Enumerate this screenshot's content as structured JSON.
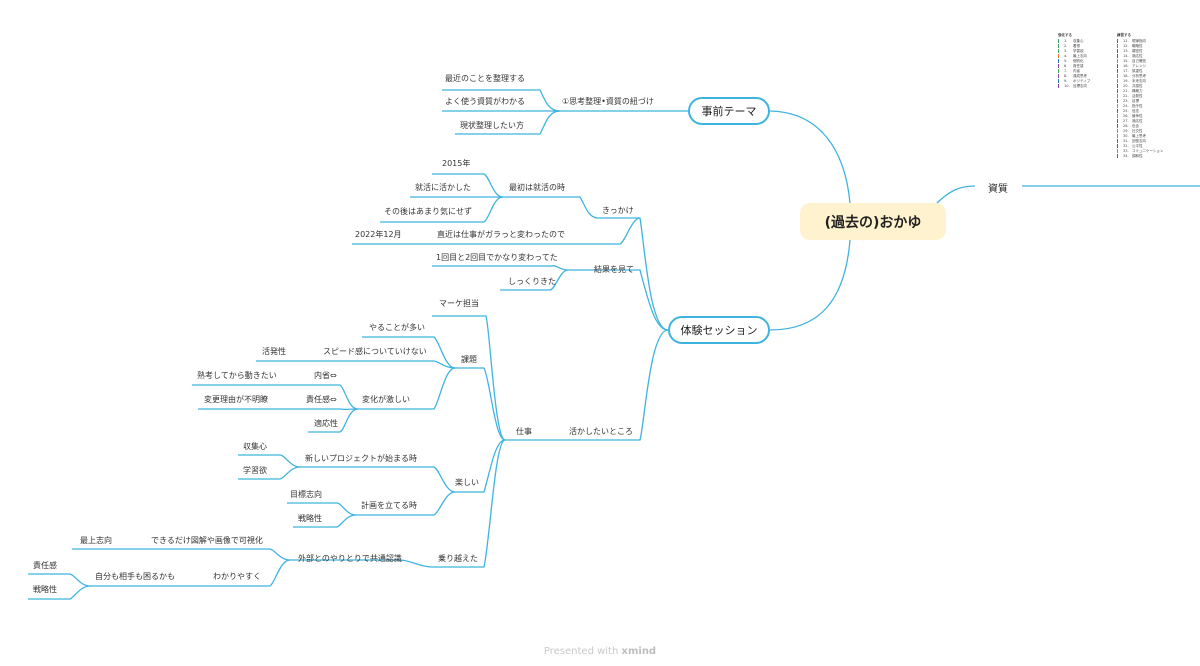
{
  "root": "(過去の)おかゆ",
  "main": {
    "pre_theme": "事前テーマ",
    "session": "体験セッション",
    "shishitsu": "資質"
  },
  "pre": {
    "label": "①思考整理•資質の紐づけ",
    "items": [
      "最近のことを整理する",
      "よく使う資質がわかる",
      "現状整理したい方"
    ]
  },
  "kikkake": {
    "label": "きっかけ",
    "first": "最初は就活の時",
    "year": "2015年",
    "used": "就活に活かした",
    "after": "その後はあまり気にせず",
    "recent": "直近は仕事がガラっと変わったので",
    "recent_date": "2022年12月"
  },
  "result": {
    "label": "結果を見て",
    "changed": "1回目と2回目でかなり変わってた",
    "fit": "しっくりきた"
  },
  "use": {
    "label": "活かしたいところ",
    "work": "仕事",
    "marke": "マーケ担当",
    "kadai": "課題",
    "many": "やることが多い",
    "speed": "スピード感についていけない",
    "katsu": "活発性",
    "change": "変化が激しい",
    "naisei": "内省⇔",
    "jukko": "熟考してから動きたい",
    "sekinin": "責任感⇔",
    "reason": "変更理由が不明瞭",
    "tekio": "適応性",
    "fun": "楽しい",
    "newproj": "新しいプロジェクトが始まる時",
    "shushu": "収集心",
    "gakushu": "学習欲",
    "plan": "計画を立てる時",
    "mokuhyo": "目標志向",
    "senryaku": "戦略性",
    "overcome": "乗り越えた",
    "outside": "外部とのやりとりで共通認識",
    "visual": "できるだけ図解や画像で可視化",
    "saijo": "最上志向",
    "easy": "わかりやすく",
    "aite": "自分も相手も困るかも",
    "sekinin2": "責任感",
    "senryaku2": "戦略性"
  },
  "legend": {
    "left_head": "強化する",
    "right_head": "練習する",
    "left": [
      {
        "n": "1.",
        "t": "収集心",
        "c": "#3fa46a"
      },
      {
        "n": "2.",
        "t": "着想",
        "c": "#3fa46a"
      },
      {
        "n": "3.",
        "t": "学習欲",
        "c": "#3fa46a"
      },
      {
        "n": "4.",
        "t": "最上志向",
        "c": "#e07a2e"
      },
      {
        "n": "5.",
        "t": "個別化",
        "c": "#2e6fb8"
      },
      {
        "n": "6.",
        "t": "責任感",
        "c": "#7b4aa8"
      },
      {
        "n": "7.",
        "t": "内省",
        "c": "#3fa46a"
      },
      {
        "n": "8.",
        "t": "達成思考",
        "c": "#7b4aa8"
      },
      {
        "n": "9.",
        "t": "ポジティブ",
        "c": "#2e6fb8"
      },
      {
        "n": "10.",
        "t": "目標志向",
        "c": "#7b4aa8"
      }
    ],
    "right": [
      {
        "n": "11.",
        "t": "規律指向",
        "c": "#7b4aa8"
      },
      {
        "n": "12.",
        "t": "戦略性",
        "c": "#3fa46a"
      },
      {
        "n": "13.",
        "t": "親密性",
        "c": "#2e6fb8"
      },
      {
        "n": "14.",
        "t": "適応性",
        "c": "#2e6fb8"
      },
      {
        "n": "15.",
        "t": "自己確信",
        "c": "#e07a2e"
      },
      {
        "n": "16.",
        "t": "アレンジ",
        "c": "#7b4aa8"
      },
      {
        "n": "17.",
        "t": "慎重性",
        "c": "#7b4aa8"
      },
      {
        "n": "18.",
        "t": "分析思考",
        "c": "#3fa46a"
      },
      {
        "n": "19.",
        "t": "未来志向",
        "c": "#3fa46a"
      },
      {
        "n": "20.",
        "t": "共感性",
        "c": "#2e6fb8"
      },
      {
        "n": "21.",
        "t": "構築力",
        "c": "#2e6fb8"
      },
      {
        "n": "22.",
        "t": "活発性",
        "c": "#e07a2e"
      },
      {
        "n": "23.",
        "t": "目標",
        "c": "#7b4aa8"
      },
      {
        "n": "24.",
        "t": "指令性",
        "c": "#e07a2e"
      },
      {
        "n": "25.",
        "t": "信念",
        "c": "#7b4aa8"
      },
      {
        "n": "26.",
        "t": "競争性",
        "c": "#e07a2e"
      },
      {
        "n": "27.",
        "t": "適応性",
        "c": "#2e6fb8"
      },
      {
        "n": "28.",
        "t": "包含",
        "c": "#2e6fb8"
      },
      {
        "n": "29.",
        "t": "社交性",
        "c": "#e07a2e"
      },
      {
        "n": "30.",
        "t": "最上思考",
        "c": "#e07a2e"
      },
      {
        "n": "31.",
        "t": "回復志向",
        "c": "#7b4aa8"
      },
      {
        "n": "32.",
        "t": "公平性",
        "c": "#7b4aa8"
      },
      {
        "n": "33.",
        "t": "コミュニケーション",
        "c": "#e07a2e"
      },
      {
        "n": "34.",
        "t": "調和性",
        "c": "#2e6fb8"
      }
    ]
  },
  "footer": {
    "prefix": "Presented with",
    "brand": "xmind"
  }
}
